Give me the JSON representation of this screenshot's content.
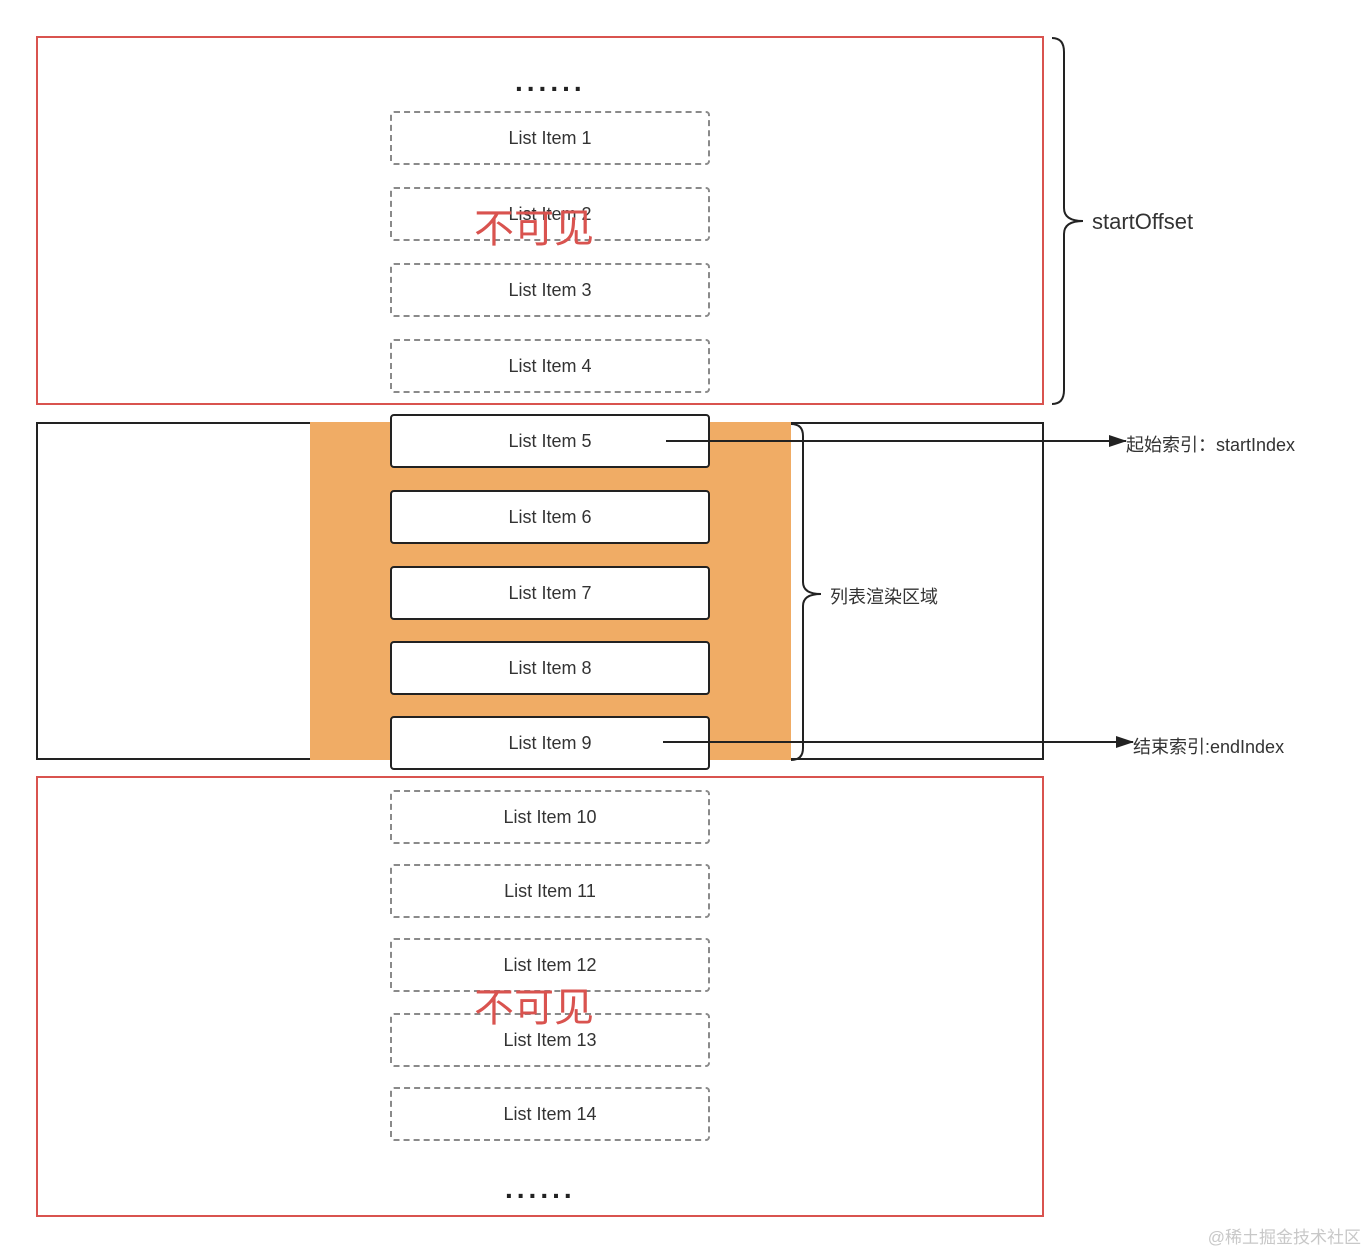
{
  "top": {
    "ellipsis": "......",
    "invisible_label": "不可见",
    "items": [
      "List Item 1",
      "List Item 2",
      "List Item 3",
      "List Item 4"
    ]
  },
  "render": {
    "items": [
      "List Item 5",
      "List Item 6",
      "List Item 7",
      "List Item 8",
      "List Item 9"
    ],
    "region_label": "列表渲染区域"
  },
  "bottom": {
    "ellipsis": "......",
    "invisible_label": "不可见",
    "items": [
      "List Item 10",
      "List Item 11",
      "List Item 12",
      "List Item 13",
      "List Item 14"
    ]
  },
  "annotations": {
    "start_offset": "startOffset",
    "start_index": "起始索引：startIndex",
    "end_index": "结束索引:endIndex"
  },
  "watermark": "@稀土掘金技术社区",
  "colors": {
    "frame_red": "#d9534f",
    "render_orange": "#f0ac65",
    "dashed_gray": "#8a8a8a"
  }
}
